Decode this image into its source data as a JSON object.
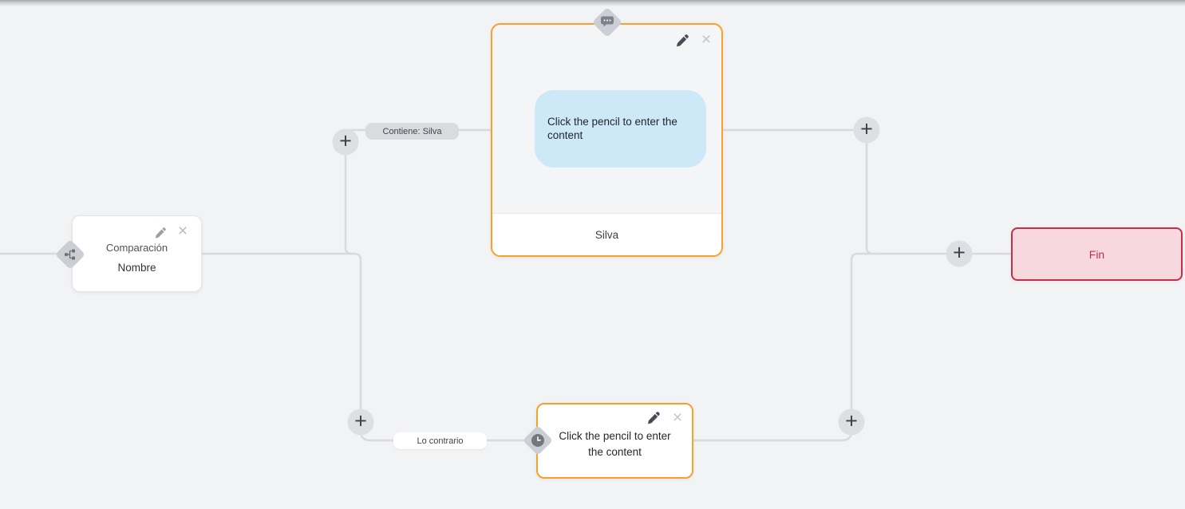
{
  "colors": {
    "canvas_bg": "#f2f3f5",
    "connector": "#d9dade",
    "accent_orange": "#f6a12c",
    "diamond_bg": "#cbced4",
    "plus_bg": "#dddfe3",
    "plus_glyph": "#3b404b",
    "bubble_bg": "#cde9f7",
    "end_bg": "#f7d8de",
    "end_border": "#bf3148",
    "end_text": "#c23349",
    "pill_gray_bg": "#d9dbdf"
  },
  "nodes": {
    "comparison": {
      "title": "Comparación",
      "subtitle": "Nombre"
    },
    "message": {
      "content_placeholder": "Click the pencil to enter the content",
      "footer_label": "Silva"
    },
    "delay": {
      "content_placeholder": "Click the pencil to enter the content"
    },
    "end": {
      "label": "Fin"
    }
  },
  "edge_labels": {
    "contains": "Contiene: Silva",
    "otherwise": "Lo contrario"
  },
  "controls": {
    "add_glyph": "+",
    "close_glyph": "×"
  },
  "icons": [
    "branch-icon",
    "chat-bubble-icon",
    "clock-icon",
    "pencil-icon",
    "close-icon",
    "plus-icon"
  ]
}
